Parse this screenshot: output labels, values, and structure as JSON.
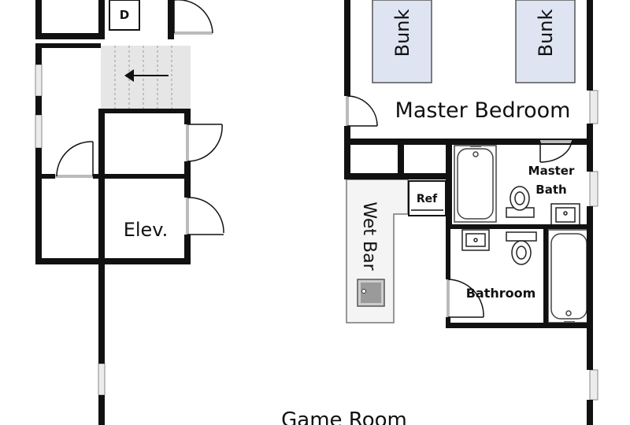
{
  "rooms": {
    "master_bedroom": "Master Bedroom",
    "master_bath_line1": "Master",
    "master_bath_line2": "Bath",
    "bathroom": "Bathroom",
    "wet_bar": "Wet Bar",
    "game_room": "Game Room",
    "elevator": "Elev."
  },
  "fixtures": {
    "bunk_left": "Bunk",
    "bunk_right": "Bunk",
    "refrigerator": "Ref",
    "dryer": "D"
  },
  "colors": {
    "wall": "#111111",
    "bunk_fill": "#dfe4f2",
    "stairs_fill": "#e6e6e6",
    "window_fill": "#ececec",
    "counter_fill": "#f4f4f4"
  }
}
